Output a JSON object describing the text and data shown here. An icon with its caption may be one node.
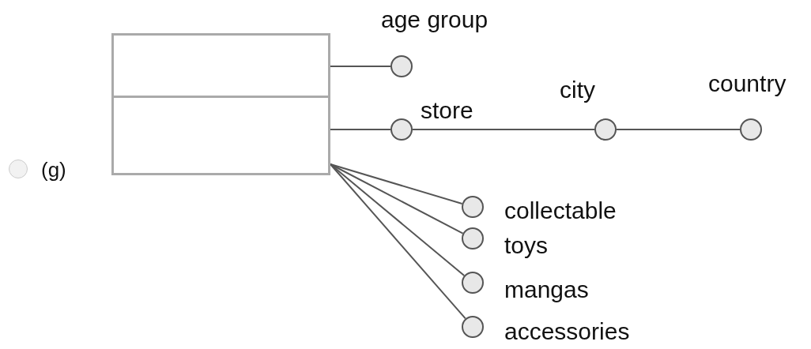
{
  "diagram": {
    "nodes": [
      {
        "text": [],
        "shape": "box"
      },
      {
        "text": [],
        "shape": "circle",
        "beside": [
          "age group"
        ]
      },
      {
        "text": [],
        "shape": "circle",
        "beside": [
          "store"
        ]
      },
      {
        "text": [],
        "shape": "circle",
        "beside": [
          "city"
        ]
      },
      {
        "text": [],
        "shape": "circle",
        "beside": [
          "country"
        ]
      },
      {
        "text": [],
        "shape": "circle",
        "beside": [
          "collectable"
        ]
      },
      {
        "text": [],
        "shape": "circle",
        "beside": [
          "toys"
        ]
      },
      {
        "text": [],
        "shape": "circle",
        "beside": [
          "mangas"
        ]
      },
      {
        "text": [],
        "shape": "circle",
        "beside": [
          "accessories"
        ]
      }
    ],
    "edges": [
      {
        "from": 0,
        "to": 1,
        "arrow": "none"
      },
      {
        "from": 0,
        "to": 2,
        "arrow": "none"
      },
      {
        "from": 2,
        "to": 3,
        "arrow": "none"
      },
      {
        "from": 3,
        "to": 4,
        "arrow": "none"
      },
      {
        "from": 0,
        "to": 5,
        "arrow": "none"
      },
      {
        "from": 0,
        "to": 6,
        "arrow": "none"
      },
      {
        "from": 0,
        "to": 7,
        "arrow": "none"
      },
      {
        "from": 0,
        "to": 8,
        "arrow": "none"
      }
    ],
    "labels": [
      "(g)"
    ]
  }
}
